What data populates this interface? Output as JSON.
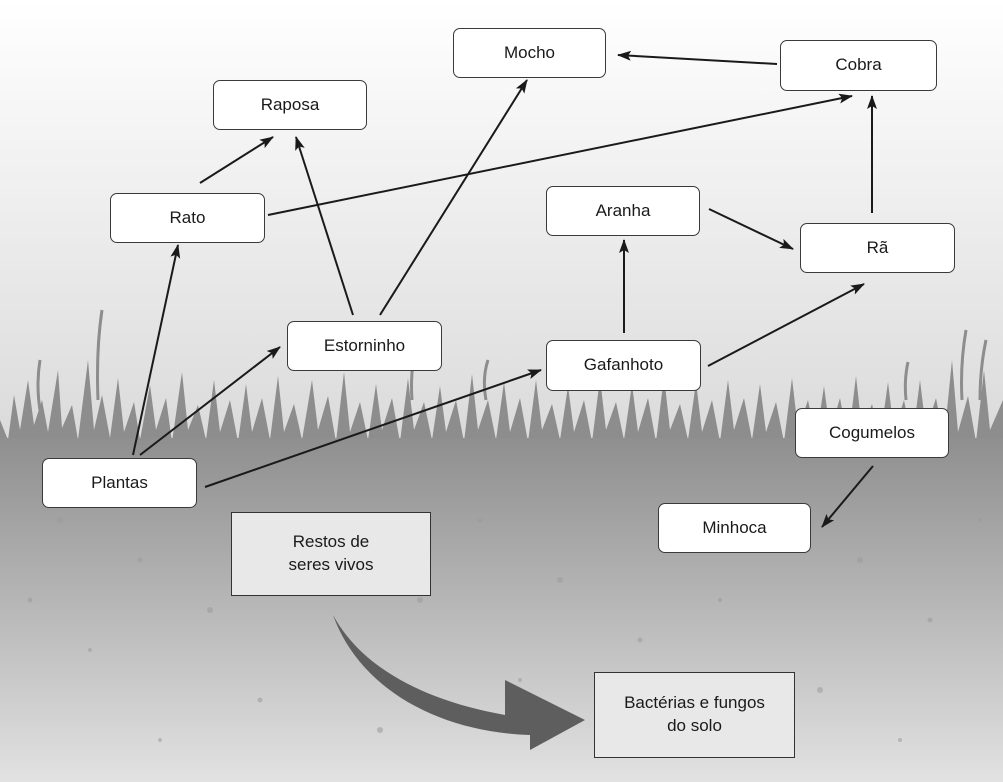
{
  "nodes": {
    "mocho": "Mocho",
    "cobra": "Cobra",
    "raposa": "Raposa",
    "rato": "Rato",
    "aranha": "Aranha",
    "ra": "Rã",
    "estorninho": "Estorninho",
    "gafanhoto": "Gafanhoto",
    "cogumelos": "Cogumelos",
    "plantas": "Plantas",
    "minhoca": "Minhoca",
    "restos_line1": "Restos de",
    "restos_line2": "seres vivos",
    "bacterias_line1": "Bactérias e fungos",
    "bacterias_line2": "do solo"
  },
  "edges": [
    {
      "from": "Cobra",
      "to": "Mocho"
    },
    {
      "from": "Rato",
      "to": "Raposa"
    },
    {
      "from": "Estorninho",
      "to": "Raposa"
    },
    {
      "from": "Estorninho",
      "to": "Mocho"
    },
    {
      "from": "Rato",
      "to": "Cobra"
    },
    {
      "from": "Rã",
      "to": "Cobra"
    },
    {
      "from": "Aranha",
      "to": "Rã"
    },
    {
      "from": "Gafanhoto",
      "to": "Aranha"
    },
    {
      "from": "Gafanhoto",
      "to": "Rã"
    },
    {
      "from": "Plantas",
      "to": "Rato"
    },
    {
      "from": "Plantas",
      "to": "Estorninho"
    },
    {
      "from": "Plantas",
      "to": "Gafanhoto"
    },
    {
      "from": "Cogumelos",
      "to": "Minhoca"
    },
    {
      "from": "Restos de seres vivos",
      "to": "Bactérias e fungos do solo"
    }
  ],
  "colors": {
    "box_border": "#3a3a3a",
    "arrow": "#1a1a1a",
    "big_arrow": "#5e5e5e",
    "grass": "#8d8d8d",
    "soil_top": "#a6a6a6",
    "soil_bottom": "#dcdcdc"
  }
}
